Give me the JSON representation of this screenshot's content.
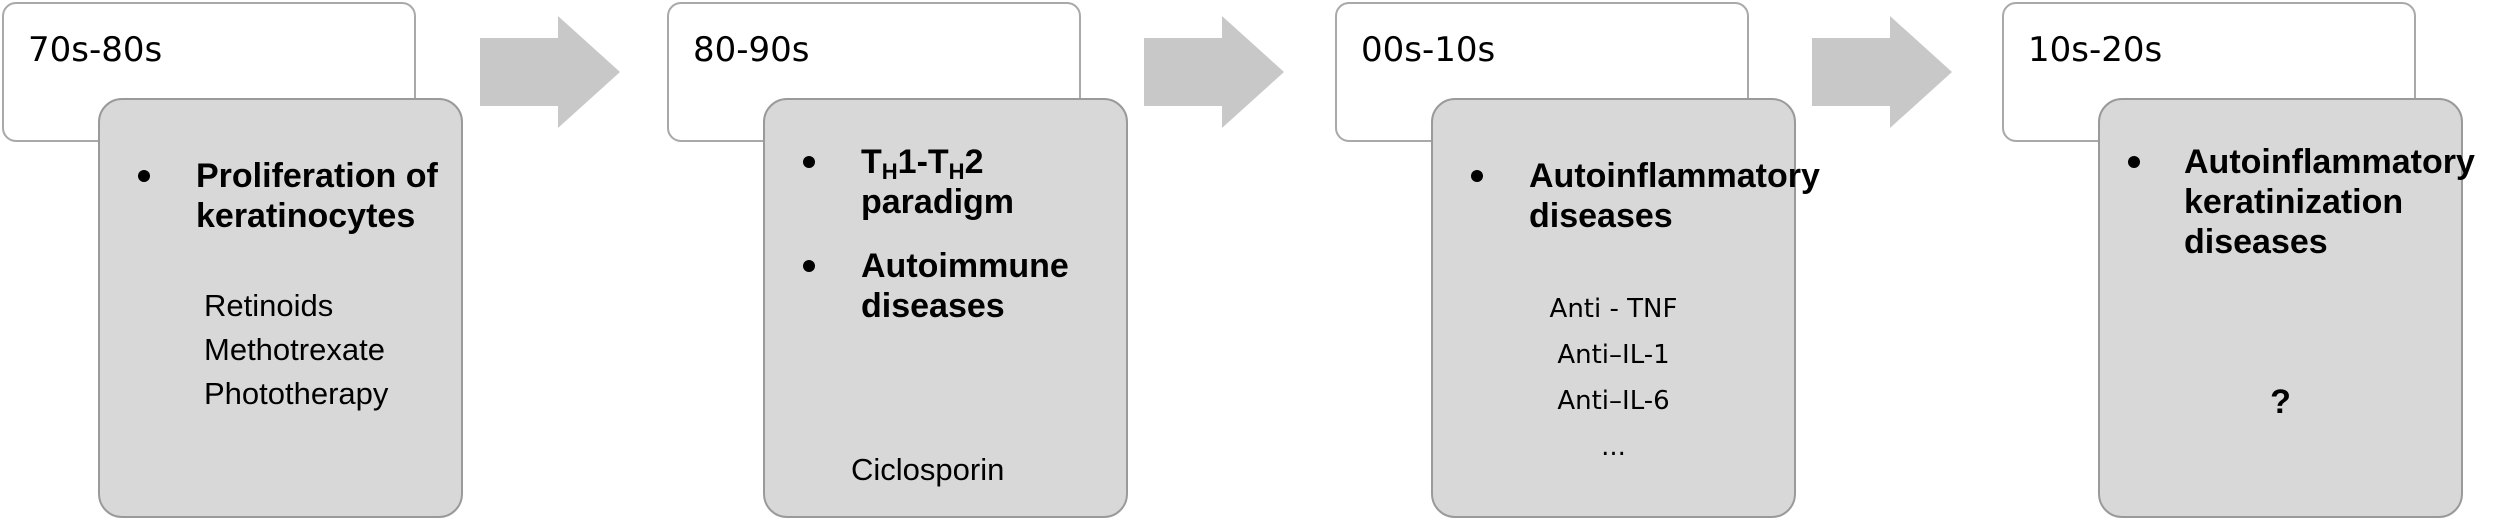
{
  "colors": {
    "card_fill": "#d8d8d8",
    "card_border": "#9a9a9a",
    "label_border": "#a9a9a9",
    "arrow": "#c8c8c8"
  },
  "eras": [
    {
      "label": "70s-80s",
      "bullets": [
        {
          "line1": "Proliferation of",
          "line2": "keratinocytes"
        }
      ],
      "treatments": [
        "Retinoids",
        "Methotrexate",
        "Phototherapy"
      ]
    },
    {
      "label": "80-90s",
      "bullets": [
        {
          "t": "T",
          "h1": "H",
          "mid": "1-T",
          "h2": "H",
          "end": "2",
          "line2": "paradigm"
        },
        {
          "line1": "Autoimmune",
          "line2": "diseases"
        }
      ],
      "treatments": [
        "Ciclosporin"
      ]
    },
    {
      "label": "00s-10s",
      "bullets": [
        {
          "line1": "Autoinflammatory",
          "line2": "diseases"
        }
      ],
      "treatments": [
        "Anti - TNF",
        "Anti–IL-1",
        "Anti–IL-6",
        "..."
      ]
    },
    {
      "label": "10s-20s",
      "bullets": [
        {
          "line1": "Autoinflammatory",
          "line2": "keratinization",
          "line3": "diseases"
        }
      ],
      "treatments": [
        "?"
      ]
    }
  ]
}
